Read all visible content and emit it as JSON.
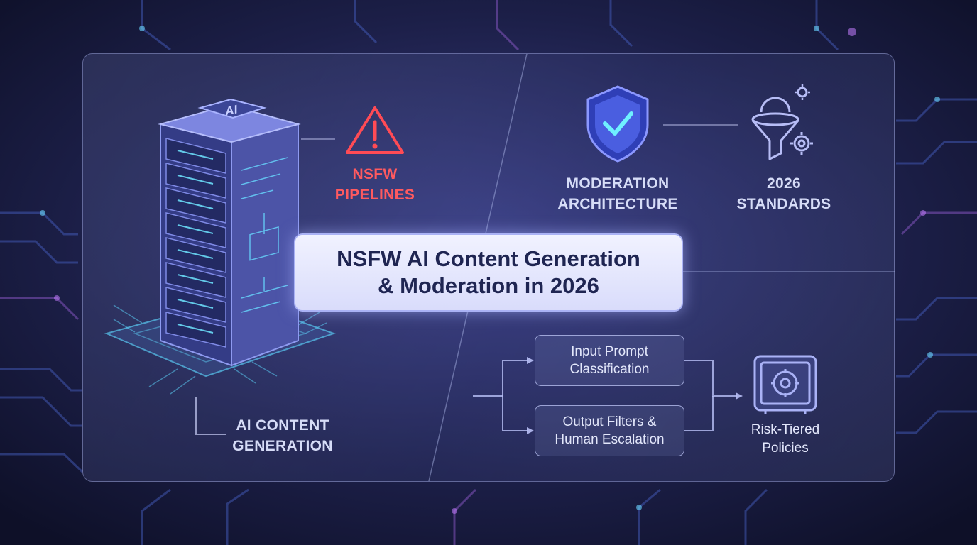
{
  "title": "NSFW AI Content Generation\n& Moderation in 2026",
  "labels": {
    "nsfw_pipelines": "NSFW\nPIPELINES",
    "moderation_architecture": "MODERATION\nARCHITECTURE",
    "standards": "2026\nSTANDARDS",
    "ai_content_generation": "AI CONTENT\nGENERATION",
    "server_badge": "AI"
  },
  "flow": {
    "input_prompt": "Input Prompt\nClassification",
    "output_filters": "Output Filters &\nHuman Escalation",
    "risk_policies": "Risk-Tiered\nPolicies"
  },
  "colors": {
    "warning": "#ff4b55",
    "accent": "#8f8cf5",
    "shield": "#4a5ee0",
    "check": "#6ff0ff"
  },
  "icons": [
    "ai-server-icon",
    "warning-icon",
    "shield-check-icon",
    "funnel-gears-icon",
    "safe-vault-icon"
  ]
}
